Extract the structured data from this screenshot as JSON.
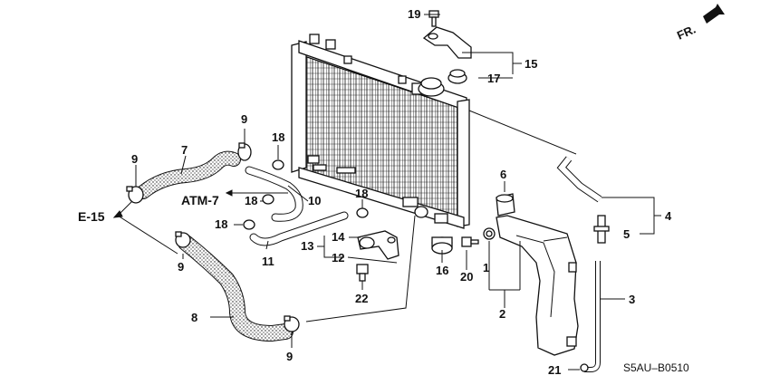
{
  "diagram": {
    "direction_label": "FR.",
    "references": {
      "atm": "ATM-7",
      "engine": "E-15"
    },
    "diagram_code": "S5AU–B0510",
    "callouts": {
      "c1": "1",
      "c2": "2",
      "c3": "3",
      "c4": "4",
      "c5": "5",
      "c6": "6",
      "c7": "7",
      "c8": "8",
      "c9a": "9",
      "c9b": "9",
      "c9c": "9",
      "c10": "10",
      "c11": "11",
      "c12": "12",
      "c13": "13",
      "c14": "14",
      "c15": "15",
      "c16": "16",
      "c17": "17",
      "c18a": "18",
      "c18b": "18",
      "c18c": "18",
      "c18d": "18",
      "c19": "19",
      "c20": "20",
      "c21": "21",
      "c22": "22"
    }
  }
}
